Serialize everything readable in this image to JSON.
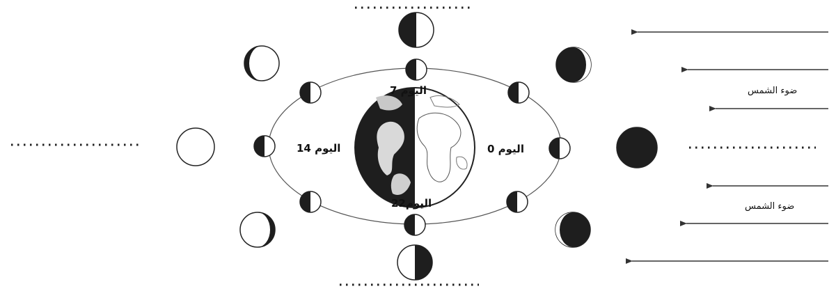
{
  "diagram": {
    "labels": {
      "day_0": "اليوم 0",
      "day_7": "اليوم 7",
      "day_14": "اليوم 14",
      "day_22": "اليوم22"
    },
    "sunlight": {
      "label_top": "ضوء الشمس",
      "label_bottom": "ضوء الشمس"
    }
  }
}
